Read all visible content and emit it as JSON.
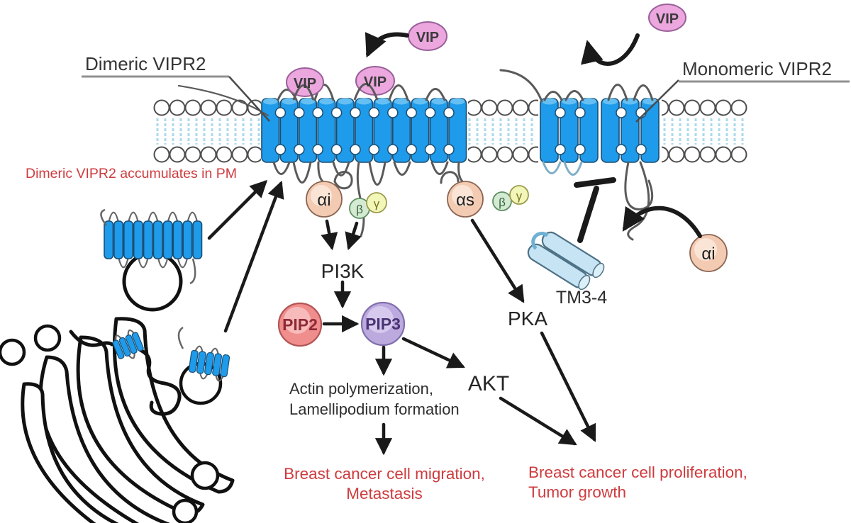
{
  "title_labels": {
    "dimeric": "Dimeric VIPR2",
    "monomeric": "Monomeric VIPR2"
  },
  "annotations": {
    "pm_note": "Dimeric VIPR2 accumulates in PM",
    "actin_line1": "Actin polymerization,",
    "actin_line2": "Lamellipodium formation",
    "outcome_migration_line1": "Breast cancer cell migration,",
    "outcome_migration_line2": "Metastasis",
    "outcome_proliferation_line1": "Breast cancer cell proliferation,",
    "outcome_proliferation_line2": "Tumor growth"
  },
  "molecules": {
    "vip": "VIP",
    "alpha_i": "αi",
    "alpha_s": "αs",
    "beta": "β",
    "gamma": "γ",
    "pi3k": "PI3K",
    "pip2": "PIP2",
    "pip3": "PIP3",
    "akt": "AKT",
    "pka": "PKA",
    "tm34": "TM3-4"
  },
  "colors": {
    "receptor_blue": "#1E9BEA",
    "receptor_outline": "#1C4E74",
    "lipid_tail_blue": "#ABDAEC",
    "vip_pink": "#EBA7DE",
    "g_alpha_peach": "#F3CBB3",
    "beta_green": "#D4EAD2",
    "gamma_yellow": "#F3F6B9",
    "pip2_red": "#F08E8E",
    "pip3_purple": "#BCA9DE",
    "tm34_lightblue": "#C6E4F4",
    "red_text": "#CE3B3E",
    "arrow_black": "#1A1A1A"
  }
}
